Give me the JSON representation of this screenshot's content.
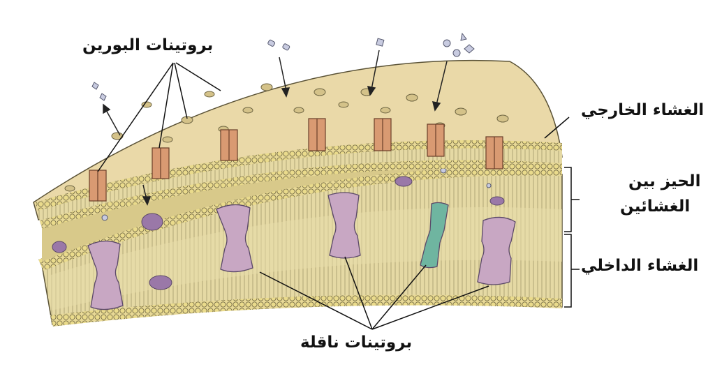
{
  "labels": {
    "porin_proteins": "بروتينات البورين",
    "outer_membrane": "الغشاء الخارجي",
    "intermembrane_space_line1": "الحيز بين",
    "intermembrane_space_line2": "الغشائين",
    "inner_membrane": "الغشاء الداخلي",
    "transport_proteins": "بروتينات ناقلة"
  },
  "colors": {
    "outer_surface": "#e9d9a6",
    "lipid_head": "#e2cf7e",
    "intermembrane": "#dccd8f",
    "inner_surface": "#efe3b4",
    "porin": "#d99a72",
    "transporter_purple": "#c8a7c3",
    "transporter_teal": "#6fb5a0",
    "outline": "#4a4a3a"
  },
  "icons": {
    "porin": "porin-channel-icon",
    "transporter": "transport-protein-icon",
    "molecule": "molecule-icon"
  }
}
